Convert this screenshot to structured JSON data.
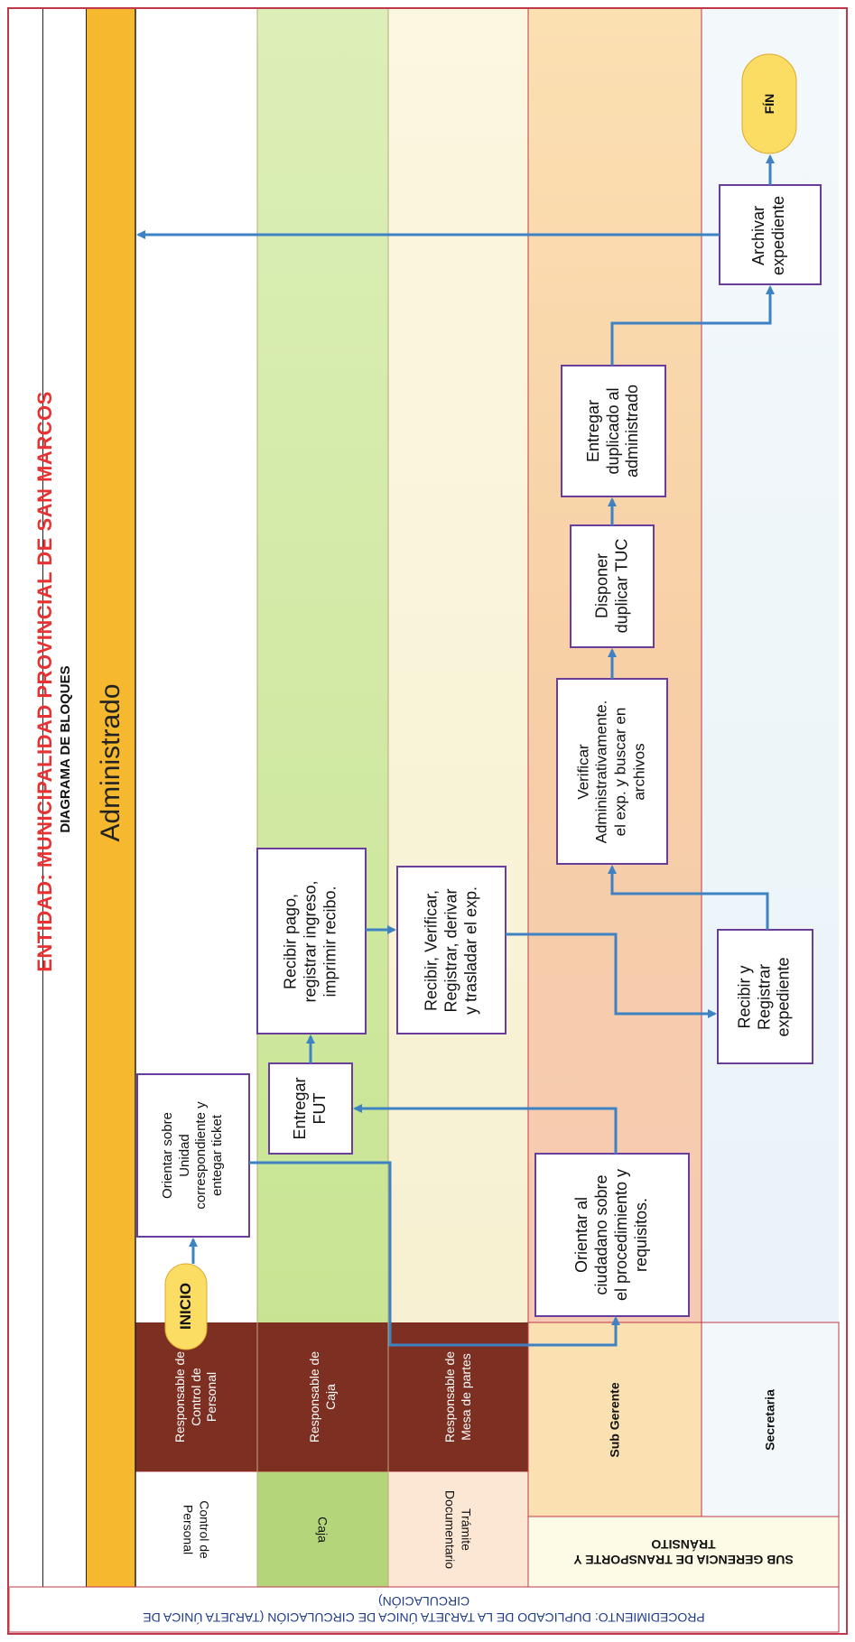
{
  "header": {
    "entity_title": "ENTIDAD: MUNICIPALIDAD PROVINCIAL DE SAN MARCOS",
    "diagram_title": "DIAGRAMA DE BLOQUES",
    "actor_lane": "Administrado"
  },
  "procedure": {
    "label": "PROCEDIMIENTO:   DUPLICADO DE LA TARJETA ÚNICA DE CIRCULACIÓN (TARJETA ÚNICA DE",
    "label_cont": "CIRCULACIÓN)"
  },
  "units": {
    "control": "Control de\nPersonal",
    "caja": "Caja",
    "tramite": "Trámite\nDocumentario",
    "subgerencia": "SUB GERENCIA DE TRANSPORTE Y\nTRÁNSITO"
  },
  "roles": {
    "control": "Responsable de\nControl de\nPersonal",
    "caja": "Responsable de\nCaja",
    "mesa": "Responsable de\nMesa de partes",
    "subgerente": "Sub Gerente",
    "secretaria": "Secretaria"
  },
  "nodes": {
    "inicio": "INICIO",
    "fin": "FÍN",
    "orientar_unidad": "Orientar sobre\nUnidad\ncorrespondiente y\nentegar ticket",
    "entregar_fut": "Entregar\nFUT",
    "recibir_pago": "Recibir pago,\nregistrar ingreso,\nimprimir recibo.",
    "recibir_verificar": "Recibir, Verificar,\nRegistrar,  derivar\ny trasladar el exp.",
    "orientar_ciudadano": "Orientar al\nciudadano sobre\nel procedimiento y\nrequisitos.",
    "recibir_registrar": "Recibir y\nRegistrar\nexpediente",
    "verificar_admin": "Verificar\nAdministrativamente.\nel exp. y buscar en\narchivos",
    "disponer": "Disponer\nduplicar TUC",
    "entregar_duplicado": "Entregar\nduplicado al\nadministrado",
    "archivar": "Archivar\nexpediente"
  },
  "colors": {
    "role_fill": "#7d2f22",
    "actor_bar": "#f5b82e",
    "box_border": "#6a3d9a",
    "arrow": "#3e82c4",
    "terminal": "#fadd62",
    "frame": "#c0394b"
  }
}
